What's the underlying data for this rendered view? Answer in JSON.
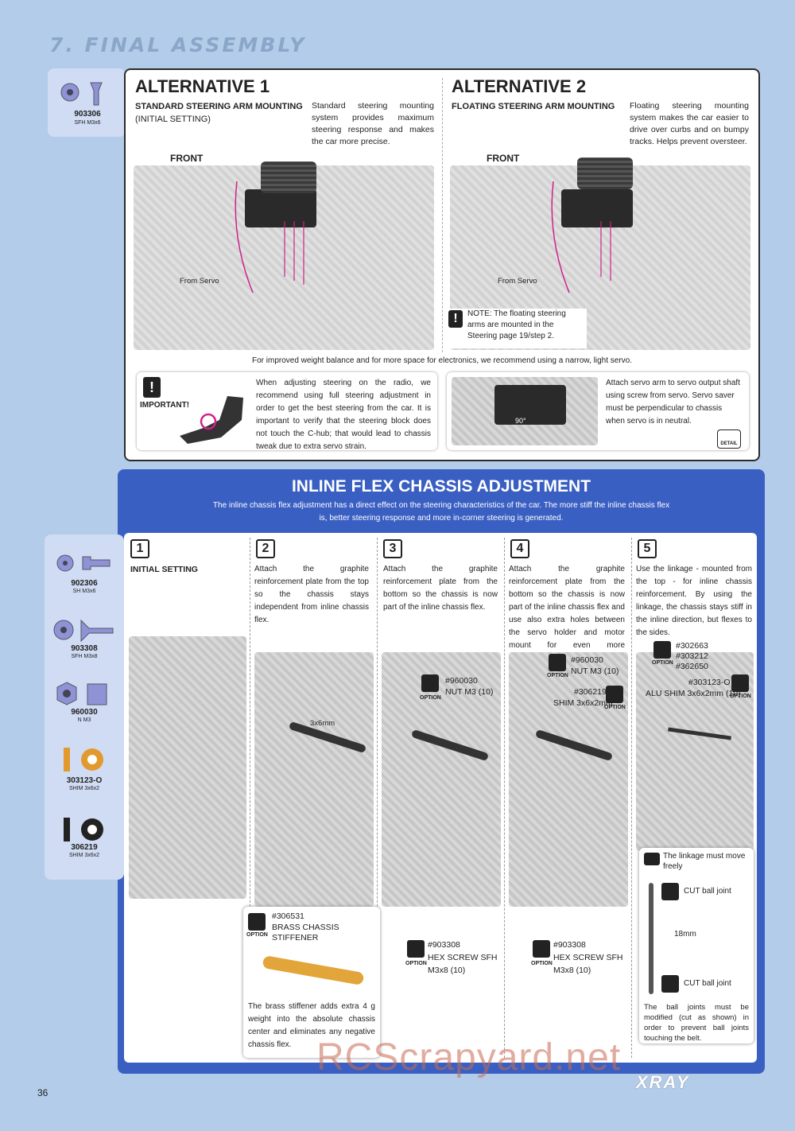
{
  "header": {
    "title": "7. FINAL ASSEMBLY"
  },
  "parts_top": [
    {
      "code": "903306",
      "sub": "SFH M3x6"
    }
  ],
  "alt1": {
    "title": "ALTERNATIVE 1",
    "subtitle": "STANDARD STEERING ARM MOUNTING",
    "subtitle2": "(INITIAL SETTING)",
    "desc": "Standard steering mounting system provides maximum steering response and makes the car more precise.",
    "front": "FRONT",
    "from_servo": "From Servo"
  },
  "alt2": {
    "title": "ALTERNATIVE 2",
    "subtitle": "FLOATING STEERING ARM MOUNTING",
    "desc": "Floating steering mounting system makes the car easier to drive over curbs and on bumpy tracks. Helps prevent oversteer.",
    "front": "FRONT",
    "from_servo": "From Servo",
    "note": "NOTE: The floating steering arms are mounted in the Steering page 19/step 2."
  },
  "weight_note": "For improved weight balance and for more space for electronics, we recommend using a narrow, light servo.",
  "important": {
    "label": "IMPORTANT!",
    "text": "When adjusting steering on the radio, we recommend using full steering adjustment in order to get the best steering from the car. It is important to verify that the steering block does not touch the C-hub; that would lead to chassis tweak due to extra servo strain."
  },
  "servo_arm": {
    "text": "Attach servo arm to servo output shaft using screw from servo. Servo saver must be perpendicular to chassis when servo is in neutral.",
    "angle": "90°",
    "detail": "DETAIL"
  },
  "inline": {
    "title": "INLINE FLEX CHASSIS ADJUSTMENT",
    "sub1": "The inline chassis flex adjustment has a direct effect on the steering characteristics of the car. The more stiff the inline chassis flex",
    "sub2": "is, better steering response and more in-corner steering is generated."
  },
  "parts_side": [
    {
      "code": "902306",
      "sub": "SH M3x6"
    },
    {
      "code": "903308",
      "sub": "SFH M3x8"
    },
    {
      "code": "960030",
      "sub": "N M3"
    },
    {
      "code": "303123-O",
      "sub": "SHIM 3x6x2"
    },
    {
      "code": "306219",
      "sub": "SHIM 3x6x2"
    }
  ],
  "steps": [
    {
      "num": "1",
      "title": "INITIAL SETTING",
      "text": ""
    },
    {
      "num": "2",
      "text": "Attach the graphite reinforcement plate from the top so the chassis stays independent from inline chassis flex."
    },
    {
      "num": "3",
      "text": "Attach the graphite reinforcement plate from the bottom so the chassis is now part of the inline chassis flex."
    },
    {
      "num": "4",
      "text": "Attach the graphite reinforcement plate from the bottom so the chassis is now part of the inline chassis flex and use also extra holes between the servo holder and motor mount for even more reinforcement"
    },
    {
      "num": "5",
      "text": "Use the linkage - mounted from the top - for inline chassis reinforcement. By using the linkage, the chassis stays stiff in the inline direction, but flexes to the sides."
    }
  ],
  "option_word": "OPTION",
  "step2": {
    "screw": "3x6mm",
    "stiffener_code": "#306531",
    "stiffener_name": "BRASS CHASSIS STIFFENER",
    "stiffener_text": "The brass stiffener adds extra 4 g weight into the absolute chassis center and eliminates any negative chassis flex."
  },
  "step3": {
    "nut_code": "#960030",
    "nut_name": "NUT M3 (10)",
    "screw_code": "#903308",
    "screw_name": "HEX SCREW SFH",
    "screw_size": "M3x8 (10)"
  },
  "step4": {
    "nut_code": "#960030",
    "nut_name": "NUT M3 (10)",
    "shim_code": "#306219",
    "shim_name": "SHIM 3x6x2mm",
    "screw_code": "#903308",
    "screw_name": "HEX SCREW SFH",
    "screw_size": "M3x8 (10)"
  },
  "step5": {
    "codes": "#302663\n#303212\n#362650",
    "shim_code": "#303123-O",
    "shim_name": "ALU SHIM 3x6x2mm (10)",
    "linkage_free": "The linkage must move freely",
    "cut1": "CUT ball joint",
    "dim": "18mm",
    "cut2": "CUT ball joint",
    "ball_note": "The ball joints must be modified (cut as shown) in order to prevent ball joints touching the belt."
  },
  "footer": {
    "page": "36",
    "brand": "XRAY",
    "watermark": "RCScrapyard.net"
  }
}
